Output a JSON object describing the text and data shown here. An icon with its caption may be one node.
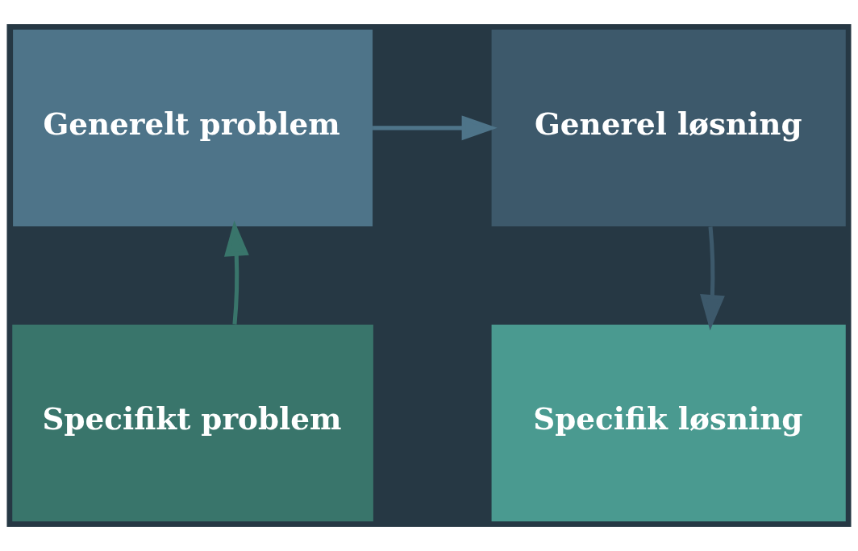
{
  "diagram": {
    "nodes": [
      {
        "text": [
          "Generelt problem"
        ]
      },
      {
        "text": [
          "Generel løsning"
        ]
      },
      {
        "text": [
          "Specifikt problem"
        ]
      },
      {
        "text": [
          "Specifik løsning"
        ]
      }
    ],
    "edges": [
      {
        "from": 2,
        "to": 0,
        "arrow": "to",
        "color": "#39756b"
      },
      {
        "from": 0,
        "to": 1,
        "arrow": "to",
        "color": "#4e7489"
      },
      {
        "from": 1,
        "to": 3,
        "arrow": "to",
        "color": "#3d596b"
      }
    ]
  }
}
